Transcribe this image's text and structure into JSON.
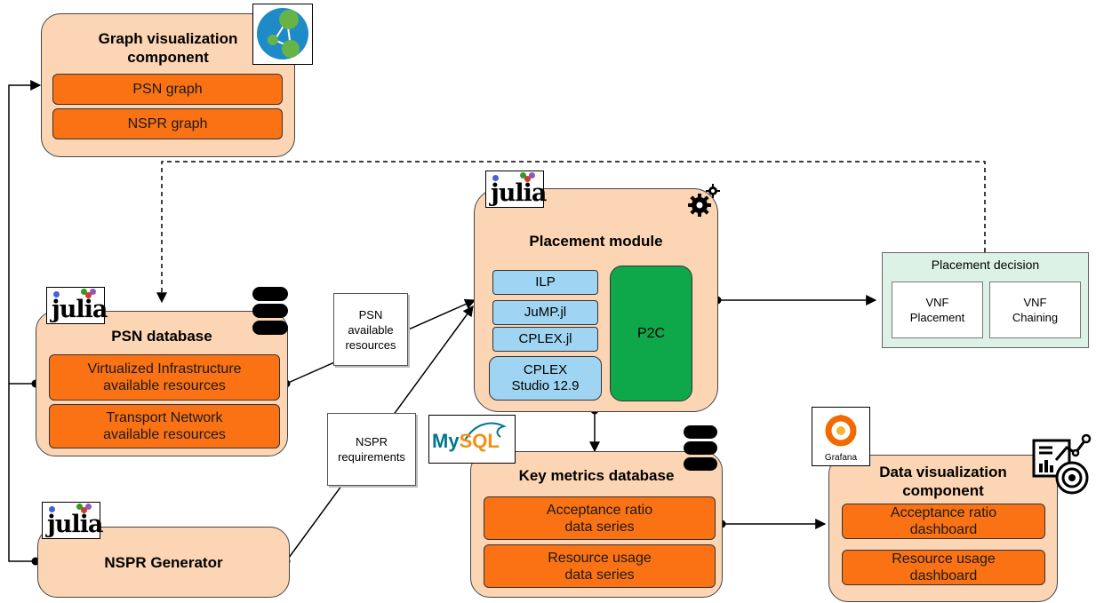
{
  "graph_viz": {
    "title_line1": "Graph visualization",
    "title_line2": "component",
    "items": [
      "PSN graph",
      "NSPR graph"
    ]
  },
  "psn_db": {
    "title": "PSN database",
    "item1_line1": "Virtualized Infrastructure",
    "item1_line2": "available resources",
    "item2_line1": "Transport Network",
    "item2_line2": "available resources"
  },
  "nspr_gen": {
    "title": "NSPR Generator"
  },
  "placement": {
    "title": "Placement module",
    "stack": [
      "ILP",
      "JuMP.jl",
      "CPLEX.jl"
    ],
    "cplex_line1": "CPLEX",
    "cplex_line2": "Studio 12.9",
    "p2c": "P2C"
  },
  "notes": {
    "psn_line1": "PSN",
    "psn_line2": "available",
    "psn_line3": "resources",
    "nspr_line1": "NSPR",
    "nspr_line2": "requirements"
  },
  "decision": {
    "title": "Placement decision",
    "vnf1_line1": "VNF",
    "vnf1_line2": "Placement",
    "vnf2_line1": "VNF",
    "vnf2_line2": "Chaining"
  },
  "key_metrics": {
    "title": "Key metrics database",
    "item1_line1": "Acceptance ratio",
    "item1_line2": "data series",
    "item2_line1": "Resource usage",
    "item2_line2": "data series"
  },
  "data_viz": {
    "title_line1": "Data visualization",
    "title_line2": "component",
    "item1_line1": "Acceptance ratio",
    "item1_line2": "dashboard",
    "item2_line1": "Resource usage",
    "item2_line2": "dashboard"
  },
  "logos": {
    "julia": "julia",
    "mysql_my": "My",
    "mysql_sql": "SQL",
    "grafana": "Grafana"
  },
  "icons": [
    "neo4j-logo-icon",
    "database-icon",
    "gears-icon",
    "dashboard-analytics-icon",
    "grafana-logo-icon"
  ]
}
